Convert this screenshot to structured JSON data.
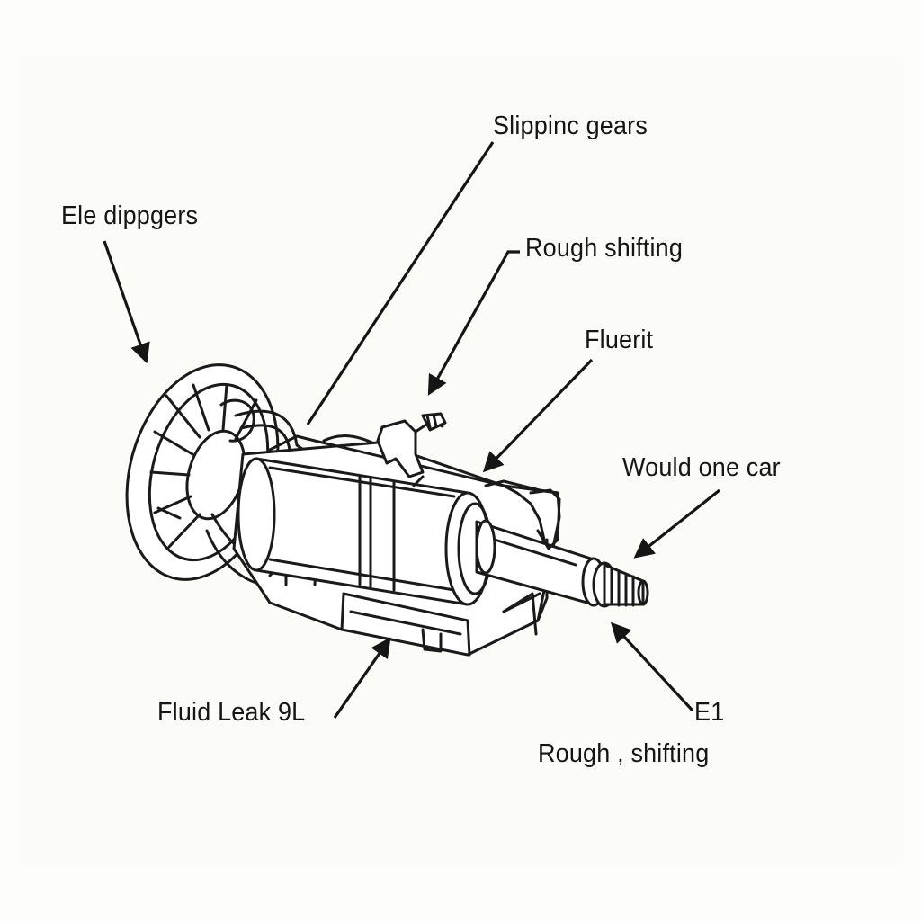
{
  "labels": {
    "slipping_gears": "Slippinc gears",
    "ele_dippgers": "Ele dippgers",
    "rough_shifting_top": "Rough shifting",
    "fluerit": "Fluerit",
    "would_one_car": "Would one car",
    "fluid_leak": "Fluid Leak 9L",
    "e1": "E1",
    "rough_shifting_bottom": "Rough , shifting"
  },
  "colors": {
    "ink": "#151515",
    "paper": "#fbfbf8"
  }
}
